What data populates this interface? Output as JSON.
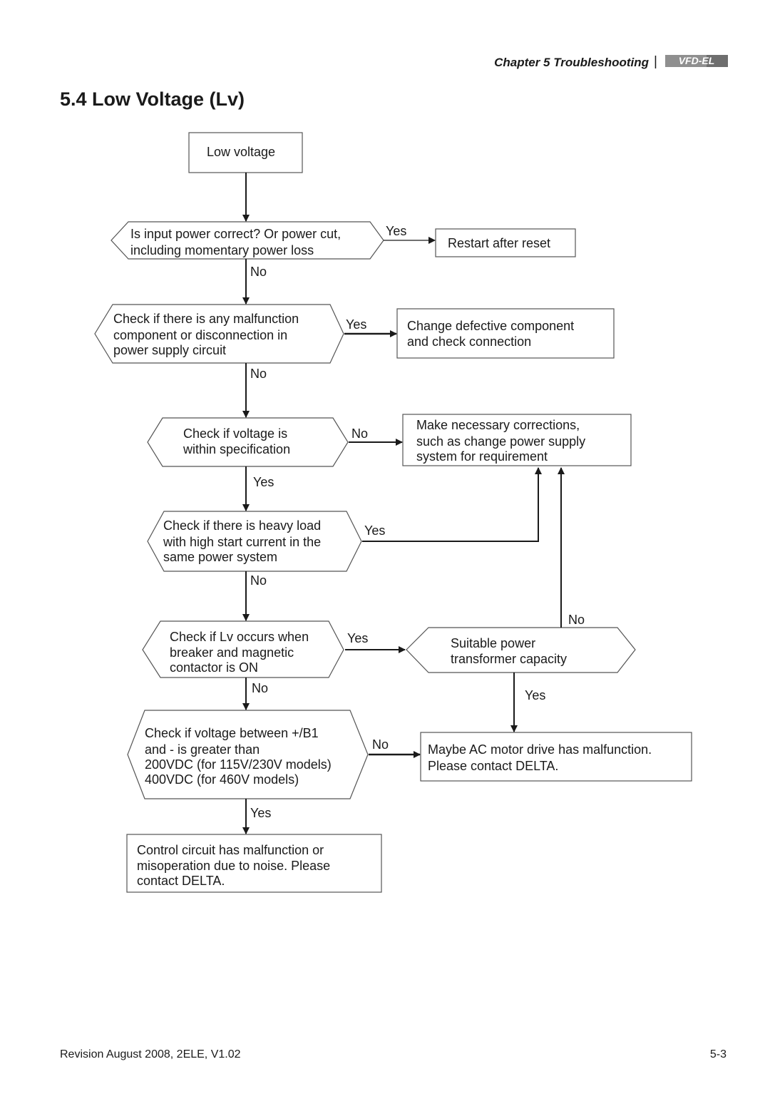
{
  "header": {
    "chapter": "Chapter 5 Troubleshooting",
    "separator": "|",
    "logo_text": "VFD-EL"
  },
  "title": "5.4 Low Voltage (Lv)",
  "nodes": {
    "start": [
      "Low voltage"
    ],
    "q1": [
      "Is input power correct? Or power cut,",
      "including momentary power loss"
    ],
    "r1": [
      "Restart after reset"
    ],
    "q2": [
      "Check if there is any malfunction",
      "component or disconnection in",
      "power supply circuit"
    ],
    "r2": [
      "Change defective component",
      "and check connection"
    ],
    "q3": [
      "Check if voltage is",
      "within specification"
    ],
    "r3": [
      "Make necessary corrections,",
      "such as change power supply",
      "system for requirement"
    ],
    "q4": [
      "Check if there is heavy load",
      "with high start current in the",
      "same power system"
    ],
    "q5": [
      "Check if Lv occurs when",
      "breaker and magnetic",
      "contactor is ON"
    ],
    "q6": [
      "Suitable power",
      "transformer capacity"
    ],
    "q7": [
      "Check if voltage between +/B1",
      "and - is greater than",
      "200VDC (for 115V/230V models)",
      "400VDC (for 460V models)"
    ],
    "r7": [
      "Maybe AC motor drive has malfunction.",
      "Please contact DELTA."
    ],
    "end": [
      "Control circuit has malfunction or",
      "misoperation due to noise. Please",
      "contact DELTA."
    ]
  },
  "edge_labels": {
    "q1_yes": "Yes",
    "q1_no": "No",
    "q2_yes": "Yes",
    "q2_no": "No",
    "q3_no": "No",
    "q3_yes": "Yes",
    "q4_yes": "Yes",
    "q4_no": "No",
    "q5_yes": "Yes",
    "q5_no": "No",
    "q6_no": "No",
    "q6_yes": "Yes",
    "q7_no": "No",
    "q7_yes": "Yes"
  },
  "footer": {
    "revision": "Revision August 2008, 2ELE, V1.02",
    "page": "5-3"
  }
}
